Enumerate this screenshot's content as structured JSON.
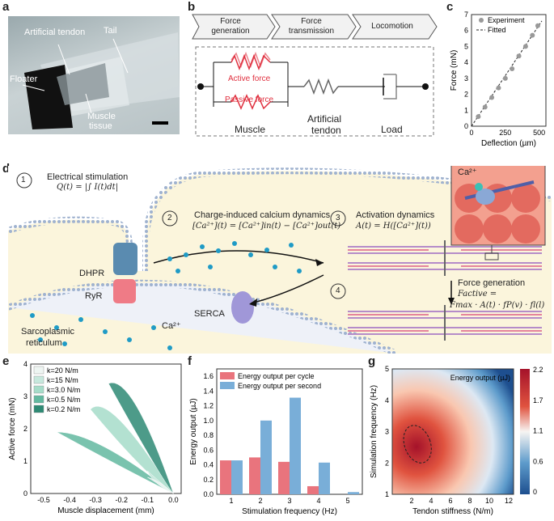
{
  "panels": {
    "a": "a",
    "b": "b",
    "c": "c",
    "d": "d",
    "e": "e",
    "f": "f",
    "g": "g"
  },
  "photo": {
    "artificial_tendon": "Artificial tendon",
    "tail": "Tail",
    "floater": "Floater",
    "muscle_tissue_1": "Muscle",
    "muscle_tissue_2": "tissue"
  },
  "pipeline": {
    "step1a": "Force",
    "step1b": "generation",
    "step2a": "Force",
    "step2b": "transmission",
    "step3": "Locomotion"
  },
  "circuit": {
    "active": "Active force",
    "passive": "Passive force",
    "muscle": "Muscle",
    "tendon_1": "Artificial",
    "tendon_2": "tendon",
    "load": "Load"
  },
  "schematic": {
    "n1": "1",
    "electrical": "Electrical stimulation",
    "eq1": "Q(t) = |∫ I(t)dt|",
    "n2": "2",
    "calcium": "Charge-induced calcium dynamics",
    "eq2": "[Ca²⁺](t) = [Ca²⁺]in(t) − [Ca²⁺]out(t)",
    "n3": "3",
    "activation": "Activation dynamics",
    "eq3": "A(t) = H([Ca²⁺](t))",
    "n4": "4",
    "force_gen": "Force generation",
    "eq4a": "Factive =",
    "eq4b": "Fmax · A(t) · fP(v) · fl(l)",
    "dhpr": "DHPR",
    "ryr": "RyR",
    "serca": "SERCA",
    "ca": "Ca²⁺",
    "ca_inset": "Ca²⁺",
    "sr_1": "Sarcoplasmic",
    "sr_2": "reticulum"
  },
  "colors": {
    "red": "#e0303f",
    "teal_dark": "#2e8a74",
    "blue_bar": "#79aed8",
    "red_bar": "#e9747d",
    "membrane": "#9fb2cf",
    "cytoplasm": "#fbf5dc"
  },
  "chart_data": [
    {
      "type": "scatter",
      "id": "c",
      "xlabel": "Deflection (µm)",
      "ylabel": "Force (mN)",
      "xlim": [
        0,
        550
      ],
      "ylim": [
        0,
        7
      ],
      "xticks": [
        "0",
        "250",
        "500"
      ],
      "yticks": [
        "0",
        "1",
        "2",
        "3",
        "4",
        "5",
        "6",
        "7"
      ],
      "series": [
        {
          "name": "Experiment",
          "x": [
            50,
            100,
            150,
            200,
            250,
            300,
            350,
            400,
            450,
            490
          ],
          "y": [
            0.6,
            1.2,
            1.8,
            2.4,
            3.0,
            3.6,
            4.4,
            5.0,
            5.7,
            6.3
          ]
        },
        {
          "name": "Fitted",
          "x": [
            0,
            520
          ],
          "y": [
            0,
            6.6
          ]
        }
      ]
    },
    {
      "type": "area",
      "id": "e",
      "xlabel": "Muscle displacement (mm)",
      "ylabel": "Active force (mN)",
      "xlim": [
        -0.55,
        0.03
      ],
      "ylim": [
        0,
        4
      ],
      "xticks": [
        "-0.5",
        "-0.4",
        "-0.3",
        "-0.2",
        "-0.1",
        "0.0"
      ],
      "yticks": [
        "0",
        "1",
        "2",
        "3",
        "4"
      ],
      "legend": [
        "k=20  N/m",
        "k=15  N/m",
        "k=3.0 N/m",
        "k=0.5 N/m",
        "k=0.2 N/m"
      ],
      "legend_colors": [
        "#eef5f2",
        "#c7e8dd",
        "#a6dcc9",
        "#63b9a0",
        "#2e8a74"
      ]
    },
    {
      "type": "bar",
      "id": "f",
      "xlabel": "Stimulation frequency (Hz)",
      "ylabel": "Energy output (µJ)",
      "categories": [
        "1",
        "2",
        "3",
        "4",
        "5"
      ],
      "ylim": [
        0,
        1.7
      ],
      "yticks": [
        "0.0",
        "0.2",
        "0.4",
        "0.6",
        "0.8",
        "1.0",
        "1.2",
        "1.4",
        "1.6"
      ],
      "series": [
        {
          "name": "Energy output per cycle",
          "values": [
            0.46,
            0.5,
            0.44,
            0.11,
            0.0
          ]
        },
        {
          "name": "Energy output per second",
          "values": [
            0.46,
            1.0,
            1.31,
            0.43,
            0.03
          ]
        }
      ],
      "legend": "top-left"
    },
    {
      "type": "heatmap",
      "id": "g",
      "xlabel": "Tendon stiffness (N/m)",
      "ylabel": "Simulation frequency (Hz)",
      "xlim": [
        0,
        12.5
      ],
      "ylim": [
        1,
        5
      ],
      "xticks": [
        "2",
        "4",
        "6",
        "8",
        "10",
        "12"
      ],
      "yticks": [
        "1",
        "2",
        "3",
        "4",
        "5"
      ],
      "colorbar_label": "Energy output (µJ)",
      "colorbar_ticks": [
        "2.2",
        "1.7",
        "1.1",
        "0.6",
        "0"
      ],
      "peak": {
        "x": 2.6,
        "y": 2.6
      }
    }
  ]
}
